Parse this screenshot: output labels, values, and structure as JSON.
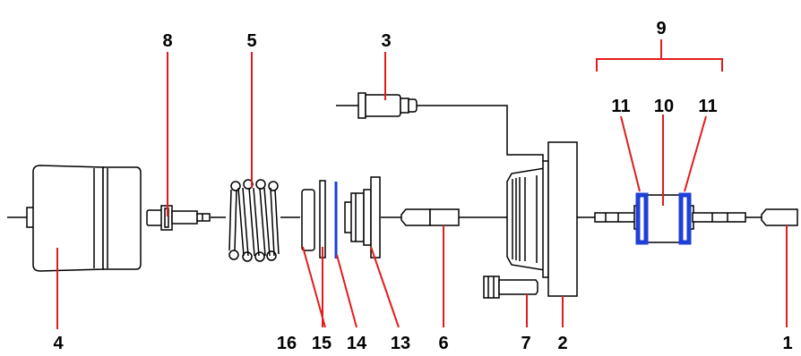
{
  "diagram": {
    "type": "exploded-assembly",
    "leader_color": "#e21c1c",
    "highlight_color": "#1f3fd6",
    "labels": {
      "l1": "1",
      "l2": "2",
      "l3": "3",
      "l4": "4",
      "l5": "5",
      "l6": "6",
      "l7": "7",
      "l8": "8",
      "l9": "9",
      "l10": "10",
      "l11a": "11",
      "l11b": "11",
      "l13": "13",
      "l14": "14",
      "l15": "15",
      "l16": "16"
    }
  }
}
